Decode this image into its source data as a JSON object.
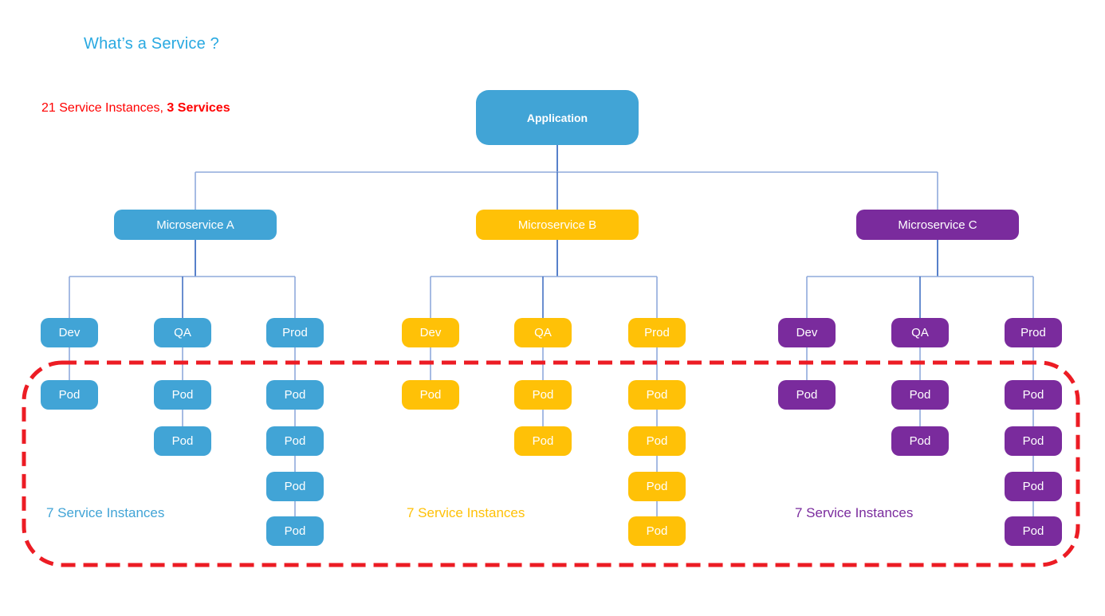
{
  "title": "What’s a Service ?",
  "subtitle": {
    "regular": "21 Service Instances, ",
    "bold": "3 Services"
  },
  "colors": {
    "title": "#29A9E1",
    "note_red": "#FF0000",
    "boundary_red": "#EC1C24",
    "connector_light": "#8FAADC",
    "connector_dark": "#4472C4",
    "node_text": "#FFFFFF",
    "palette": {
      "blue": "#41A4D6",
      "amber": "#FFC107",
      "purple": "#7A2B9D"
    }
  },
  "diagram": {
    "root": {
      "label": "Application",
      "color": "blue"
    },
    "pod_label": "Pod",
    "groups": [
      {
        "label": "Microservice A",
        "color": "blue",
        "instances_label": "7 Service Instances",
        "envs": [
          {
            "label": "Dev",
            "pods": 1
          },
          {
            "label": "QA",
            "pods": 2
          },
          {
            "label": "Prod",
            "pods": 4
          }
        ]
      },
      {
        "label": "Microservice B",
        "color": "amber",
        "instances_label": "7 Service Instances",
        "envs": [
          {
            "label": "Dev",
            "pods": 1
          },
          {
            "label": "QA",
            "pods": 2
          },
          {
            "label": "Prod",
            "pods": 4
          }
        ]
      },
      {
        "label": "Microservice C",
        "color": "purple",
        "instances_label": "7 Service Instances",
        "envs": [
          {
            "label": "Dev",
            "pods": 1
          },
          {
            "label": "QA",
            "pods": 2
          },
          {
            "label": "Prod",
            "pods": 4
          }
        ]
      }
    ]
  }
}
